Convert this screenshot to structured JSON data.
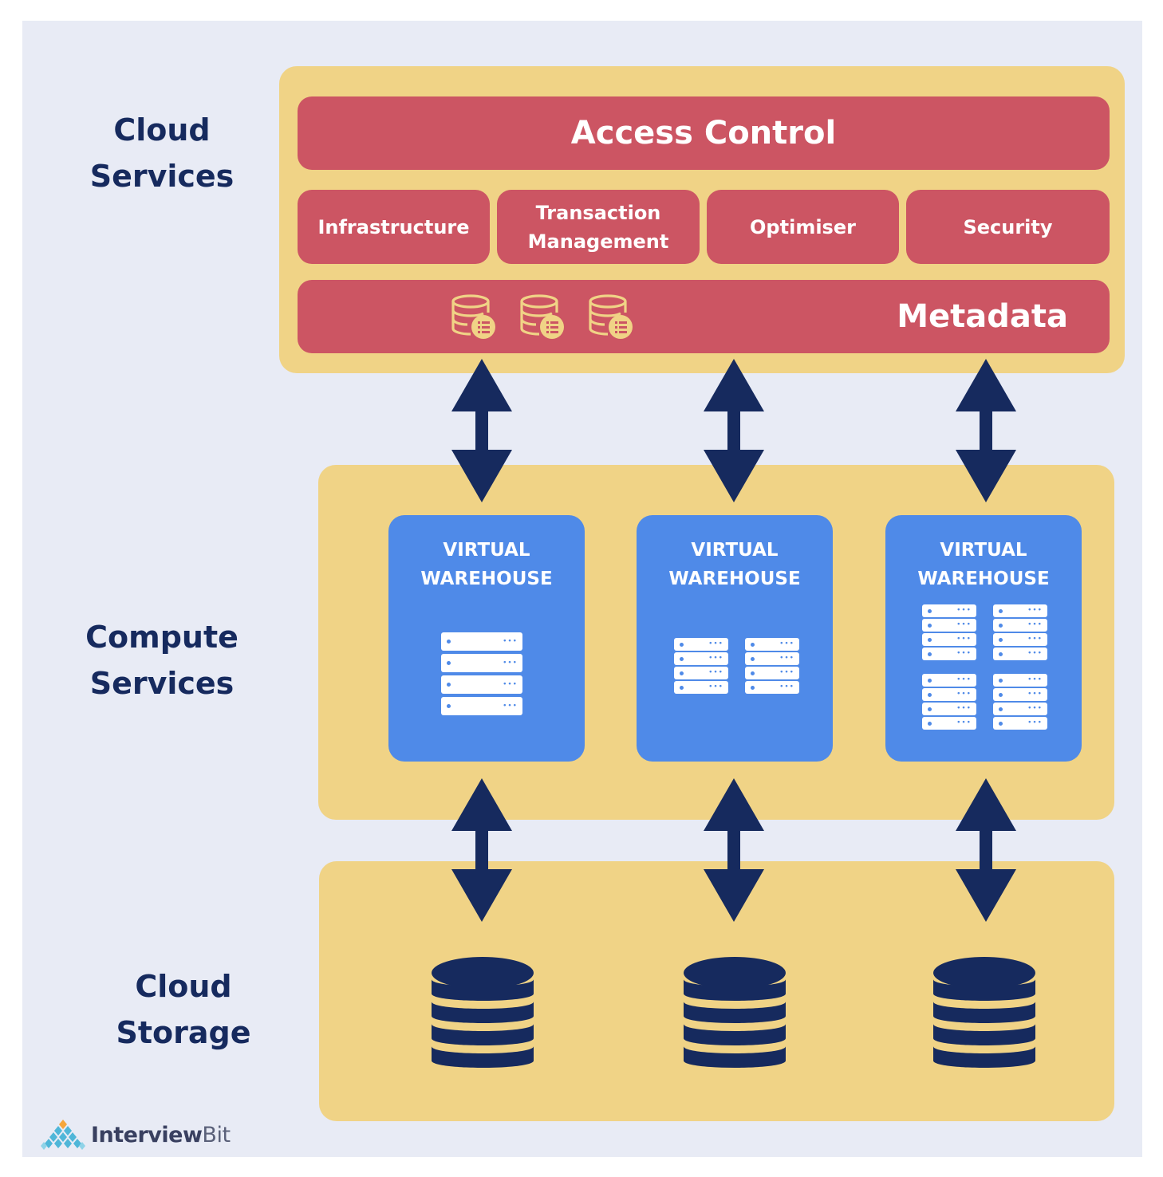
{
  "labels": {
    "cloud_services": [
      "Cloud",
      "Services"
    ],
    "compute_services": [
      "Compute",
      "Services"
    ],
    "cloud_storage": "Cloud Storage"
  },
  "cloud_services": {
    "access_control": "Access Control",
    "modules": [
      "Infrastructure",
      [
        "Transaction",
        "Management"
      ],
      "Optimiser",
      "Security"
    ],
    "metadata": "Metadata",
    "metadata_icon_count": 3
  },
  "compute": {
    "warehouses": [
      {
        "title": [
          "VIRTUAL",
          "WAREHOUSE"
        ],
        "server_stacks": 1,
        "servers_per_stack": 4
      },
      {
        "title": [
          "VIRTUAL",
          "WAREHOUSE"
        ],
        "server_stacks": 2,
        "servers_per_stack": 4
      },
      {
        "title": [
          "VIRTUAL",
          "WAREHOUSE"
        ],
        "server_stacks": 4,
        "servers_per_stack": 4
      }
    ]
  },
  "storage": {
    "database_count": 3
  },
  "logo": {
    "name_bold": "Interview",
    "name_light": "Bit"
  },
  "colors": {
    "background": "#e8ebf5",
    "panel": "#f0d386",
    "red_block": "#cc5563",
    "warehouse": "#4f8ae8",
    "navy": "#162a5e",
    "metadata_icon": "#f0d386"
  }
}
